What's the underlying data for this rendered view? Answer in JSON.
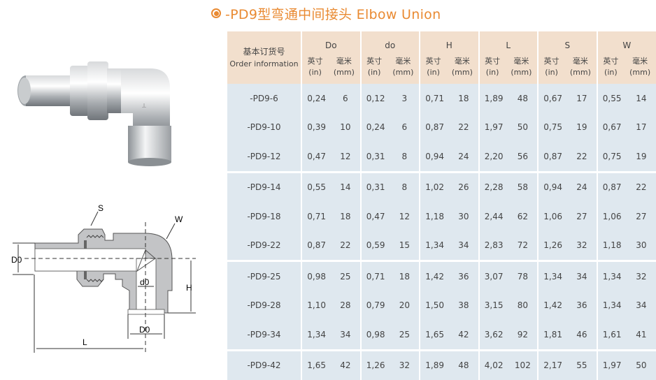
{
  "title": {
    "icon": "circle-bullet-icon",
    "text": "-PD9型弯通中间接头  Elbow Union",
    "accent": "#e98a32"
  },
  "diagram_labels": {
    "S": "S",
    "W": "W",
    "D0_left": "D0",
    "d0": "d0",
    "H": "H",
    "D0_bottom": "D0",
    "L": "L"
  },
  "table": {
    "first_header_cn": "基本订货号",
    "first_header_en": "Order information",
    "unit_in_cn": "英寸",
    "unit_in": "(in)",
    "unit_mm_cn": "毫米",
    "unit_mm": "(mm)",
    "groups": [
      "Do",
      "do",
      "H",
      "L",
      "S",
      "W"
    ],
    "rows": [
      {
        "code": "-PD9-6",
        "v": [
          "0,24",
          "6",
          "0,12",
          "3",
          "0,71",
          "18",
          "1,89",
          "48",
          "0,67",
          "17",
          "0,55",
          "14"
        ]
      },
      {
        "code": "-PD9-10",
        "v": [
          "0,39",
          "10",
          "0,24",
          "6",
          "0,87",
          "22",
          "1,97",
          "50",
          "0,75",
          "19",
          "0,67",
          "17"
        ]
      },
      {
        "code": "-PD9-12",
        "v": [
          "0,47",
          "12",
          "0,31",
          "8",
          "0,94",
          "24",
          "2,20",
          "56",
          "0,87",
          "22",
          "0,75",
          "19"
        ]
      },
      {
        "code": "-PD9-14",
        "v": [
          "0,55",
          "14",
          "0,31",
          "8",
          "1,02",
          "26",
          "2,28",
          "58",
          "0,94",
          "24",
          "0,87",
          "22"
        ]
      },
      {
        "code": "-PD9-18",
        "v": [
          "0,71",
          "18",
          "0,47",
          "12",
          "1,18",
          "30",
          "2,44",
          "62",
          "1,06",
          "27",
          "1,06",
          "27"
        ]
      },
      {
        "code": "-PD9-22",
        "v": [
          "0,87",
          "22",
          "0,59",
          "15",
          "1,34",
          "34",
          "2,83",
          "72",
          "1,26",
          "32",
          "1,18",
          "30"
        ]
      },
      {
        "code": "-PD9-25",
        "v": [
          "0,98",
          "25",
          "0,71",
          "18",
          "1,42",
          "36",
          "3,07",
          "78",
          "1,34",
          "34",
          "1,34",
          "32"
        ]
      },
      {
        "code": "-PD9-28",
        "v": [
          "1,10",
          "28",
          "0,79",
          "20",
          "1,50",
          "38",
          "3,15",
          "80",
          "1,42",
          "36",
          "1,34",
          "34"
        ]
      },
      {
        "code": "-PD9-34",
        "v": [
          "1,34",
          "34",
          "0,98",
          "25",
          "1,65",
          "42",
          "3,62",
          "92",
          "1,81",
          "46",
          "1,61",
          "41"
        ]
      },
      {
        "code": "-PD9-42",
        "v": [
          "1,65",
          "42",
          "1,26",
          "32",
          "1,89",
          "48",
          "4,02",
          "102",
          "2,17",
          "55",
          "1,97",
          "50"
        ]
      }
    ]
  }
}
